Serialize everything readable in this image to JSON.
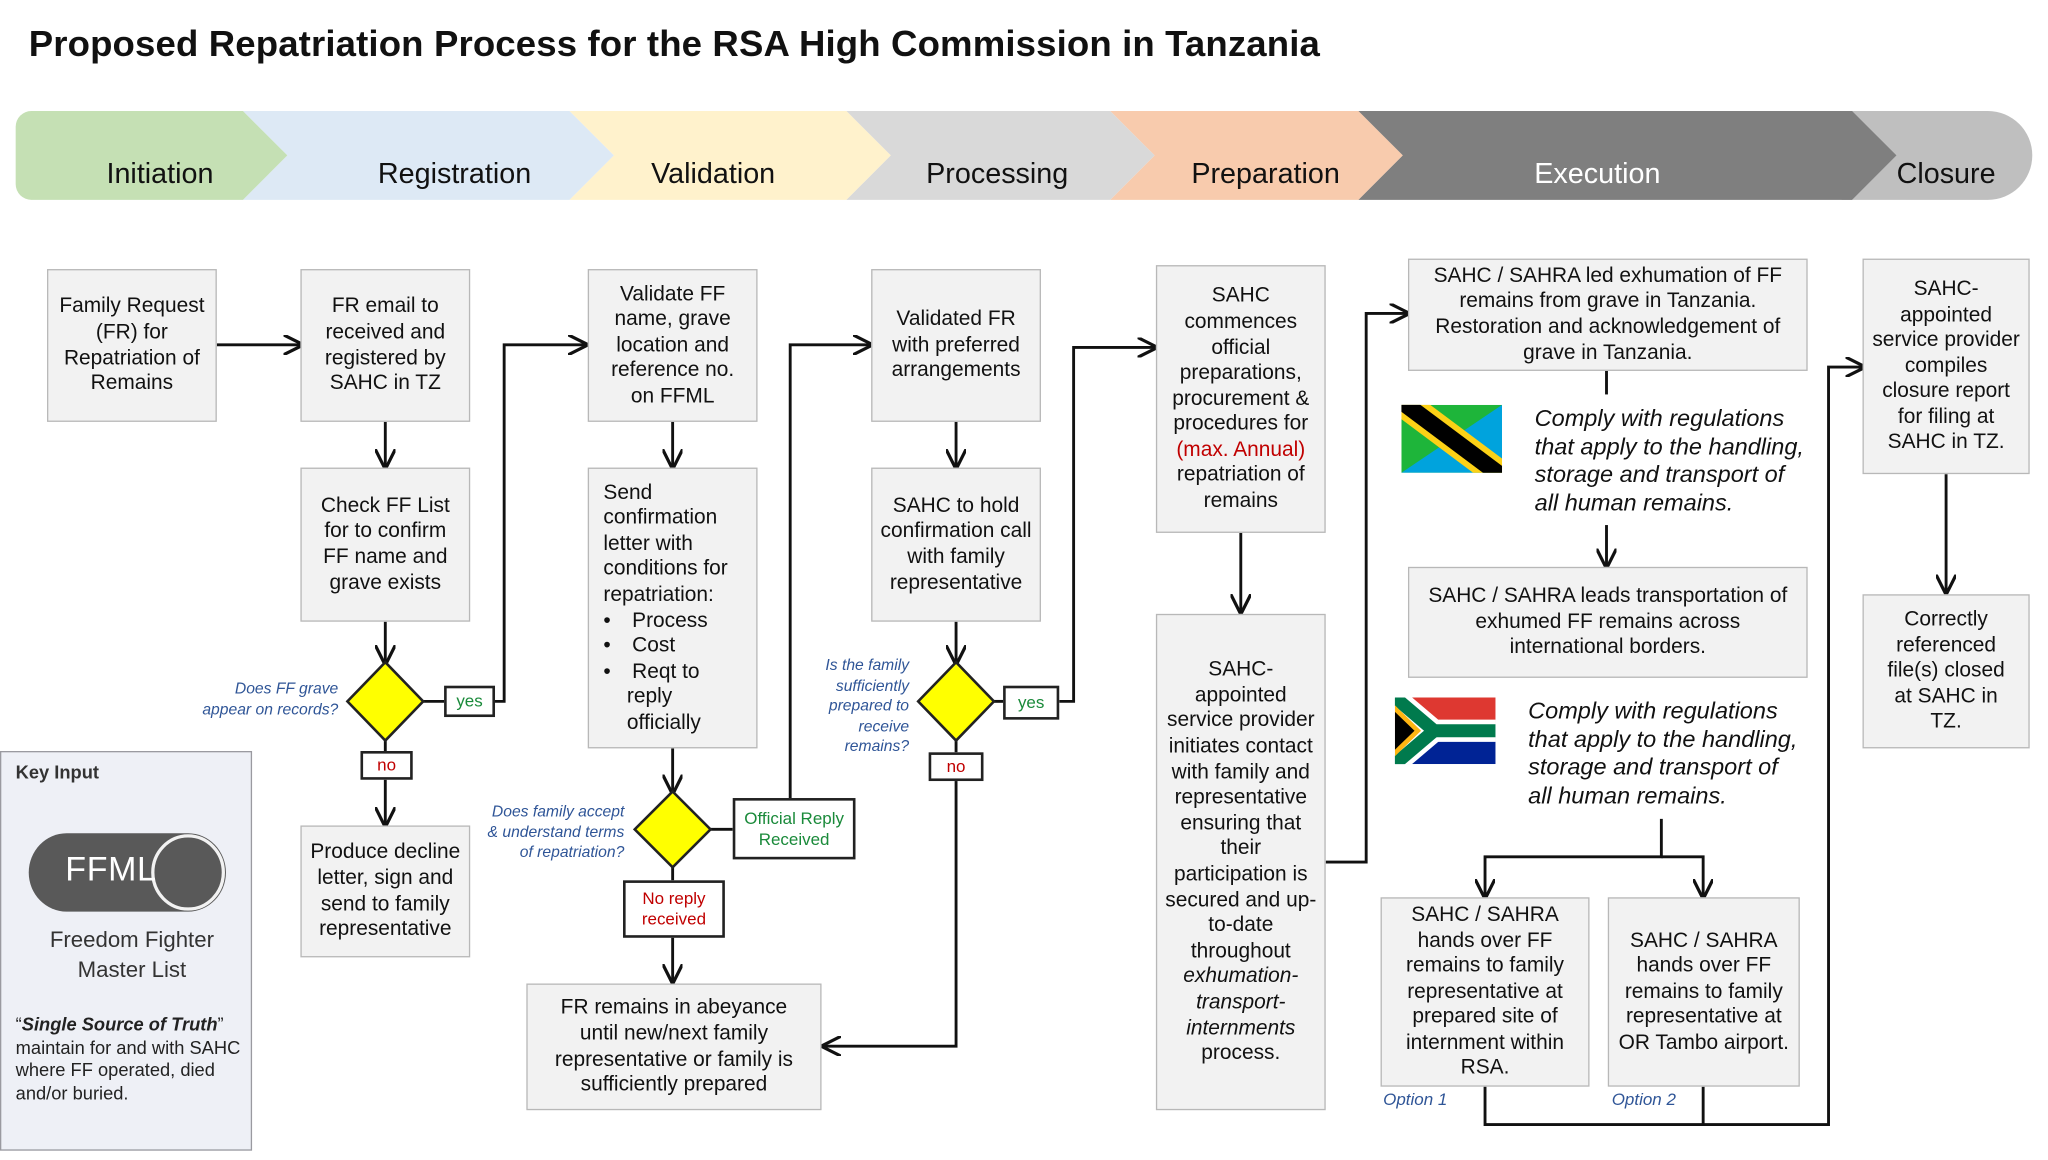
{
  "title": "Proposed Repatriation Process for the RSA High Commission in Tanzania",
  "phases": [
    "Initiation",
    "Registration",
    "Validation",
    "Processing",
    "Preparation",
    "Execution",
    "Closure"
  ],
  "colors": {
    "initiation": "#c5e0b4",
    "registration": "#dde9f5",
    "validation": "#fff2cc",
    "processing": "#d9d9d9",
    "preparation": "#f8cbad",
    "execution": "#7f7f7f",
    "closure": "#bfbfbf",
    "decision": "#ffff00",
    "box": "#f2f2f2",
    "yes": "#1a8a3a",
    "no": "#c00000",
    "question": "#2f5597"
  },
  "boxes": {
    "family_request": "Family Request (FR) for Repatriation of Remains",
    "fr_email": "FR email to received and registered by SAHC in TZ",
    "check_ff": "Check FF List for to confirm FF name and grave exists",
    "decline": "Produce decline letter, sign and send to family representative",
    "validate_ff": "Validate FF name, grave location and reference no. on FFML",
    "send_conf_intro": "Send confirmation letter with conditions for repatriation:",
    "send_conf_items": [
      "Process",
      "Cost",
      "Reqt to reply officially"
    ],
    "abeyance": "FR remains in abeyance until new/next family representative or family is sufficiently prepared",
    "validated_fr": "Validated FR with preferred arrangements",
    "hold_call": "SAHC to hold confirmation call with family representative",
    "commences_a": "SAHC commences official preparations, procurement & procedures for",
    "commences_red": "(max. Annual)",
    "commences_b": "repatriation of remains",
    "provider_a": "SAHC-appointed service provider initiates contact with family and representative ensuring that their participation is secured and up-to-date throughout",
    "provider_italic": "exhumation-transport-internments",
    "provider_b": "process.",
    "exhumation": "SAHC / SAHRA led exhumation of FF remains from grave in Tanzania. Restoration and acknowledgement of grave in Tanzania.",
    "transport": "SAHC / SAHRA leads transportation of exhumed FF remains across international borders.",
    "option1_box": "SAHC / SAHRA hands over FF remains to family representative at prepared site of internment within RSA.",
    "option2_box": "SAHC / SAHRA hands over FF remains to family representative at OR Tambo airport.",
    "closure_report": "SAHC-appointed service provider compiles closure report for filing at SAHC in TZ.",
    "closed_files": "Correctly referenced file(s) closed at SAHC in TZ."
  },
  "comply": "Comply with regulations that apply to the handling, storage and transport of all human remains.",
  "questions": {
    "q1": "Does FF grave appear on records?",
    "q2": "Does family accept & understand terms of repatriation?",
    "q3": "Is the family sufficiently prepared to receive remains?"
  },
  "labels": {
    "yes": "yes",
    "no": "no",
    "official_reply": "Official Reply Received",
    "no_reply": "No reply received",
    "option1": "Option 1",
    "option2": "Option 2"
  },
  "key": {
    "heading": "Key Input",
    "ffml": "FFML",
    "ffml_full": "Freedom Fighter Master List",
    "quote_open": "“",
    "quote_bold": "Single Source of Truth",
    "quote_close": "”",
    "desc": "maintain for and with SAHC where FF operated, died and/or buried."
  },
  "flags": [
    "tanzania-flag",
    "south-africa-flag"
  ]
}
